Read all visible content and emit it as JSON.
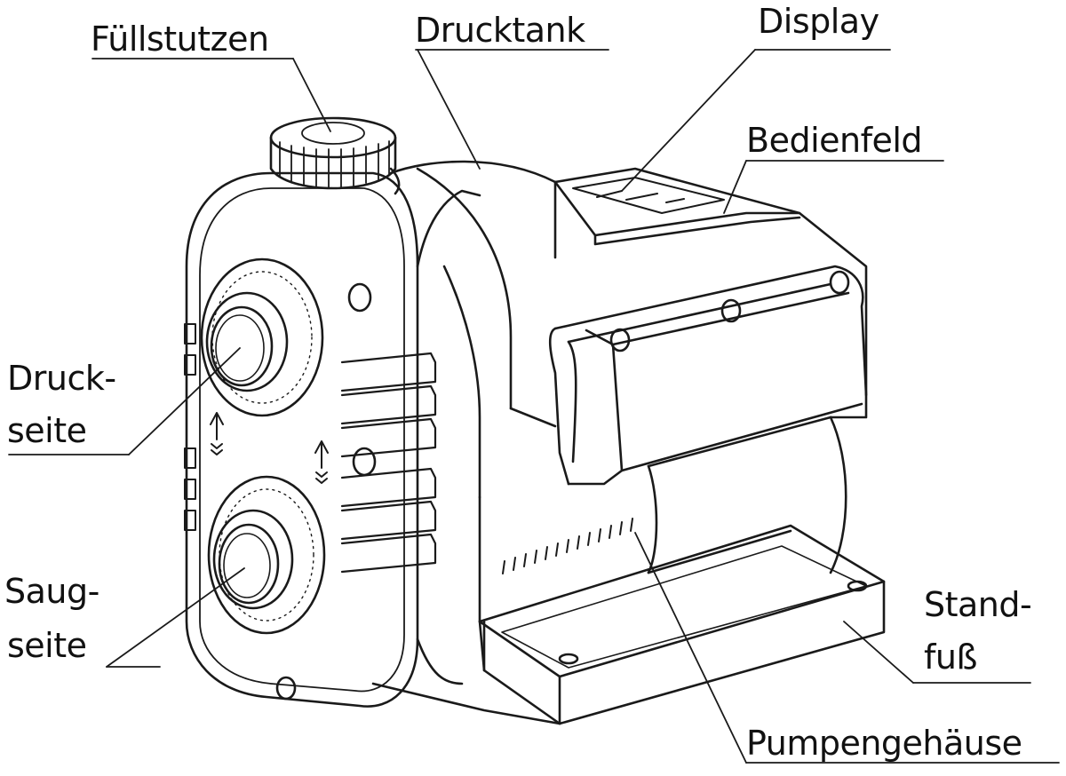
{
  "labels": {
    "fuellstutzen": "Füllstutzen",
    "drucktank": "Drucktank",
    "display": "Display",
    "bedienfeld": "Bedienfeld",
    "druckseite_1": "Druck-",
    "druckseite_2": "seite",
    "saugseite_1": "Saug-",
    "saugseite_2": "seite",
    "standfuss_1": "Stand-",
    "standfuss_2": "fuß",
    "pumpengehaeuse": "Pumpengehäuse"
  },
  "colors": {
    "line": "#1a1a1a",
    "background": "#ffffff"
  }
}
